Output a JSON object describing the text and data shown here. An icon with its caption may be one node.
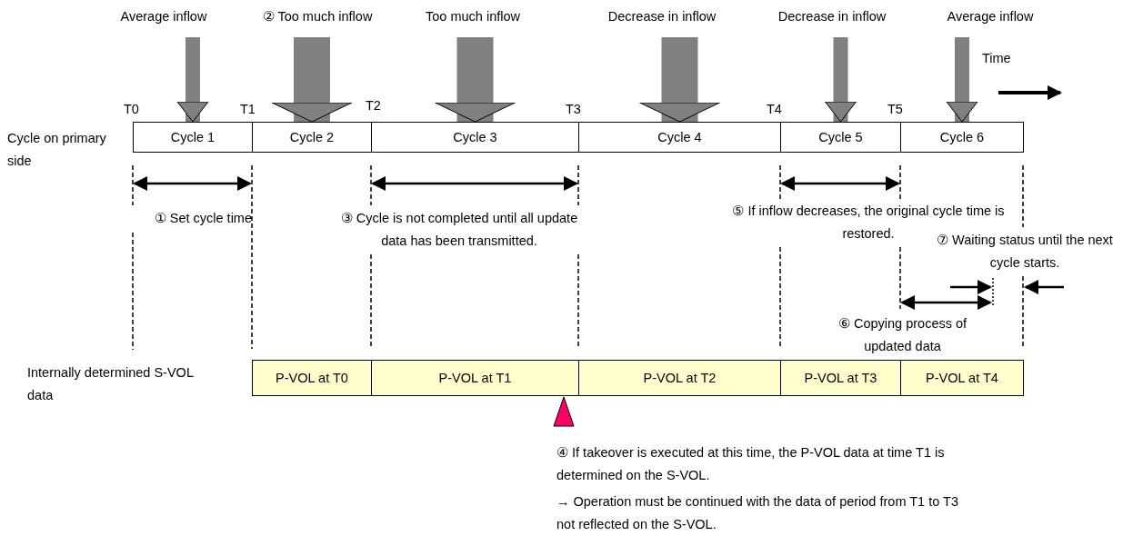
{
  "diagram": {
    "nodes": [
      {
        "text": [
          "Average inflow"
        ]
      },
      {
        "text": [
          "② Too much inflow"
        ]
      },
      {
        "text": [
          "Too much inflow"
        ]
      },
      {
        "text": [
          "Decrease in inflow"
        ]
      },
      {
        "text": [
          "Decrease in inflow"
        ]
      },
      {
        "text": [
          "Average inflow"
        ]
      },
      {
        "text": [
          "Cycle 1"
        ]
      },
      {
        "text": [
          "Cycle 2"
        ]
      },
      {
        "text": [
          "Cycle 3"
        ]
      },
      {
        "text": [
          "Cycle 4"
        ]
      },
      {
        "text": [
          "Cycle 5"
        ]
      },
      {
        "text": [
          "Cycle 6"
        ]
      },
      {
        "text": [
          "P-VOL at T0"
        ]
      },
      {
        "text": [
          "P-VOL at T1"
        ]
      },
      {
        "text": [
          "P-VOL at T2"
        ]
      },
      {
        "text": [
          "P-VOL at T3"
        ]
      },
      {
        "text": [
          "P-VOL at T4"
        ]
      }
    ],
    "edges": [
      {
        "from": 0,
        "to": 6,
        "arrow": "to"
      },
      {
        "from": 1,
        "to": 7,
        "arrow": "to",
        "style": "thick"
      },
      {
        "from": 2,
        "to": 8,
        "arrow": "to",
        "style": "thick"
      },
      {
        "from": 3,
        "to": 9,
        "arrow": "to",
        "style": "thick"
      },
      {
        "from": 4,
        "to": 10,
        "arrow": "to"
      },
      {
        "from": 5,
        "to": 11,
        "arrow": "to"
      }
    ],
    "labels": [
      "Time",
      "T0",
      "T1",
      "T2",
      "T3",
      "T4",
      "T5",
      "Cycle on primary side",
      "① Set cycle time",
      "③ Cycle is not completed until all update data has been transmitted.",
      "⑤ If inflow decreases, the original cycle time is restored.",
      "⑦ Waiting status until the next cycle starts.",
      "⑥ Copying process of updated data",
      "Internally determined S-VOL data",
      "④ If takeover is executed at this time, the P-VOL data at time T1 is determined on the S-VOL.",
      "→ Operation must be continued with the data of period from T1 to T3 not reflected on the S-VOL."
    ]
  }
}
